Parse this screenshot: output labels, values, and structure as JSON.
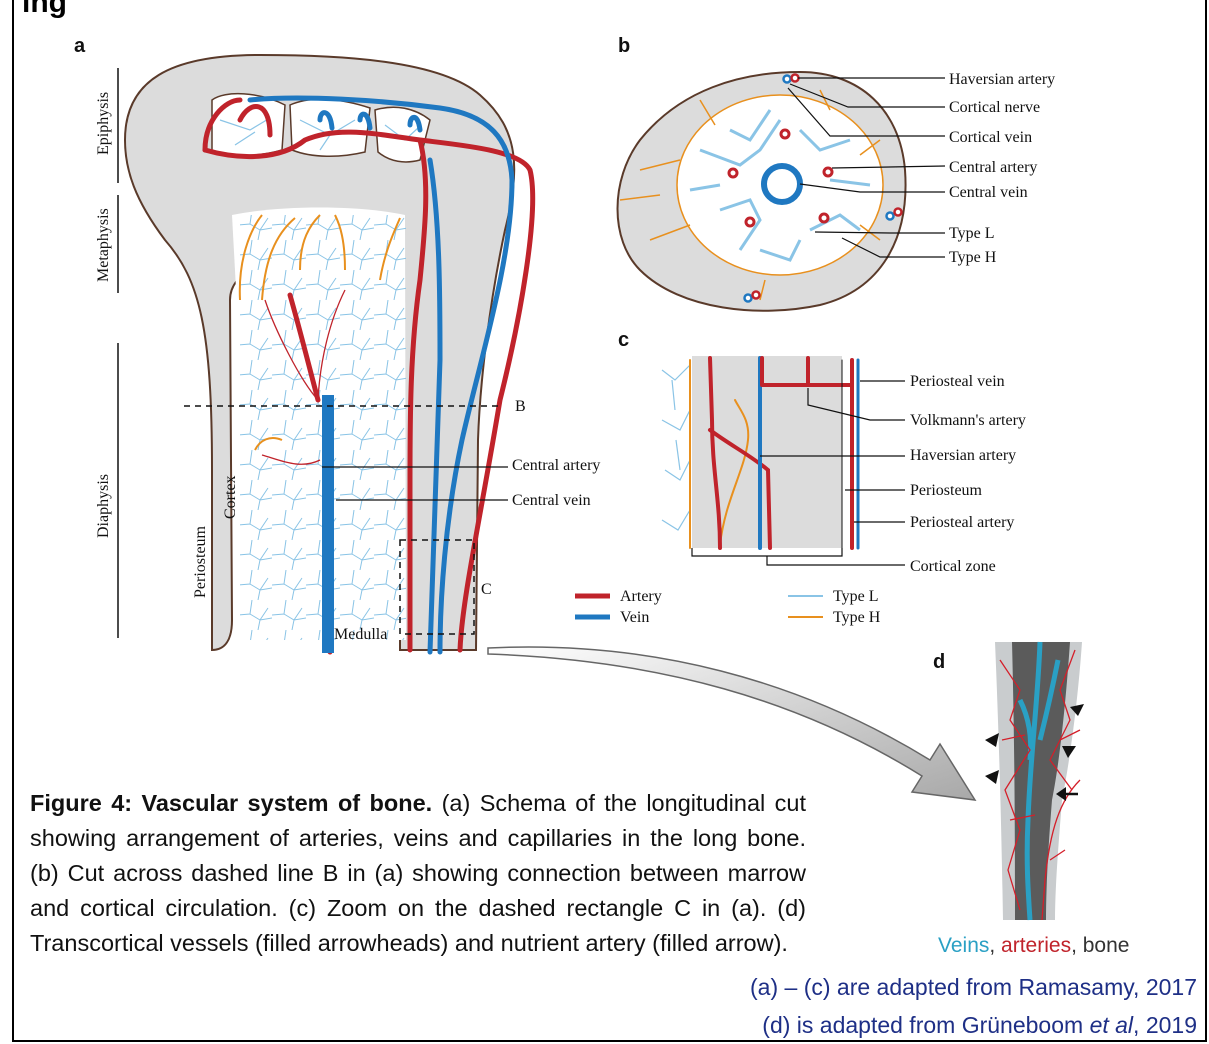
{
  "header_fragment": "ing",
  "panels": {
    "a": "a",
    "b": "b",
    "c": "c",
    "d": "d"
  },
  "panel_a": {
    "regions": [
      "Epiphysis",
      "Metaphysis",
      "Diaphysis"
    ],
    "periosteum": "Periosteum",
    "cortex": "Cortex",
    "medulla": "Medulla",
    "line_b": "B",
    "rect_c": "C",
    "central_artery": "Central artery",
    "central_vein": "Central vein"
  },
  "panel_b": {
    "labels": [
      "Haversian artery",
      "Cortical nerve",
      "Cortical vein",
      "Central artery",
      "Central vein",
      "Type L",
      "Type H"
    ]
  },
  "panel_c": {
    "labels": [
      "Periosteal vein",
      "Volkmann's artery",
      "Haversian artery",
      "Periosteum",
      "Periosteal artery",
      "Cortical zone"
    ]
  },
  "legend": {
    "artery": "Artery",
    "vein": "Vein",
    "type_l": "Type L",
    "type_h": "Type H",
    "colors": {
      "artery": "#c0232b",
      "vein": "#1f78c1",
      "type_l": "#8ac4e6",
      "type_h": "#e8901e"
    }
  },
  "panel_d_legend": {
    "veins": "Veins",
    "sep1": ", ",
    "arteries": "arteries",
    "sep2": ", ",
    "bone": "bone"
  },
  "caption": {
    "bold": "Figure 4: Vascular system of bone.",
    "text": " (a) Schema of the longitudinal cut showing arrangement of arteries, veins and capillaries in the long bone. (b) Cut across dashed line B in (a) showing connection between marrow and cortical circulation. (c) Zoom on the dashed rectangle C in (a). (d) Transcortical vessels (filled arrowheads) and nutrient artery (filled arrow)."
  },
  "credits": {
    "a_c": "(a) – (c) are adapted from Ramasamy, 2017",
    "d_prefix": "(d) is adapted from Grüneboom ",
    "d_etal": "et al",
    "d_suffix": ", 2019"
  }
}
